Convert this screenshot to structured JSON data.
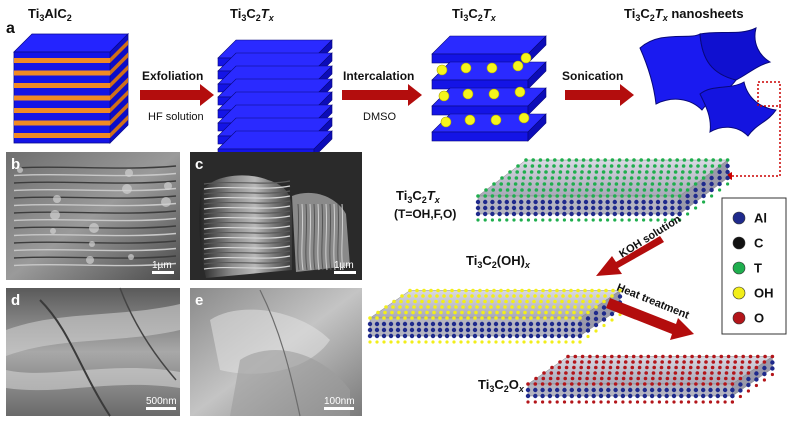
{
  "panel_a": {
    "letter": "a",
    "stages": [
      {
        "base": "Ti",
        "sub1": "3",
        "mid": "AlC",
        "sub2": "2",
        "ital": "",
        "suffix": ""
      },
      {
        "base": "Ti",
        "sub1": "3",
        "mid": "C",
        "sub2": "2",
        "ital": "T",
        "italsub": "x",
        "suffix": ""
      },
      {
        "base": "Ti",
        "sub1": "3",
        "mid": "C",
        "sub2": "2",
        "ital": "T",
        "italsub": "x",
        "suffix": ""
      },
      {
        "base": "Ti",
        "sub1": "3",
        "mid": "C",
        "sub2": "2",
        "ital": "T",
        "italsub": "x",
        "suffix": " nanosheets"
      }
    ],
    "steps": [
      {
        "name": "Exfoliation",
        "reagent": "HF solution"
      },
      {
        "name": "Intercalation",
        "reagent": "DMSO"
      },
      {
        "name": "Sonication",
        "reagent": ""
      }
    ]
  },
  "sem_panels": [
    {
      "letter": "b",
      "scale": "1µm"
    },
    {
      "letter": "c",
      "scale": "1µm"
    },
    {
      "letter": "d",
      "scale": "500nm"
    },
    {
      "letter": "e",
      "scale": "100nm"
    }
  ],
  "structures": {
    "t_label_1": "Ti",
    "t_label_sub": "3",
    "t_label_c": "C",
    "t_label_sub2": "2",
    "t_label_t": "T",
    "t_label_x": "x",
    "t_terms": "(T=OH,F,O)",
    "oh_label": "Ti",
    "oh_sub": "3",
    "oh_c": "C",
    "oh_sub2": "2",
    "oh_rest": "(OH)",
    "oh_x": "x",
    "o_label": "Ti",
    "o_sub": "3",
    "o_c": "C",
    "o_sub2": "2",
    "o_o": "O",
    "o_x": "x",
    "step_koh": "KOH solution",
    "step_heat": "Heat treatment"
  },
  "legend": [
    {
      "label": "Al",
      "color": "#1f2a8c"
    },
    {
      "label": "C",
      "color": "#111111"
    },
    {
      "label": "T",
      "color": "#1fae4e"
    },
    {
      "label": "OH",
      "color": "#f2ee1a"
    },
    {
      "label": "O",
      "color": "#b3151a"
    }
  ],
  "colors": {
    "block_blue": "#1414e6",
    "layer_orange": "#f08a24",
    "arrow_red": "#b30d0d",
    "ion_yellow": "#f5f51c"
  }
}
